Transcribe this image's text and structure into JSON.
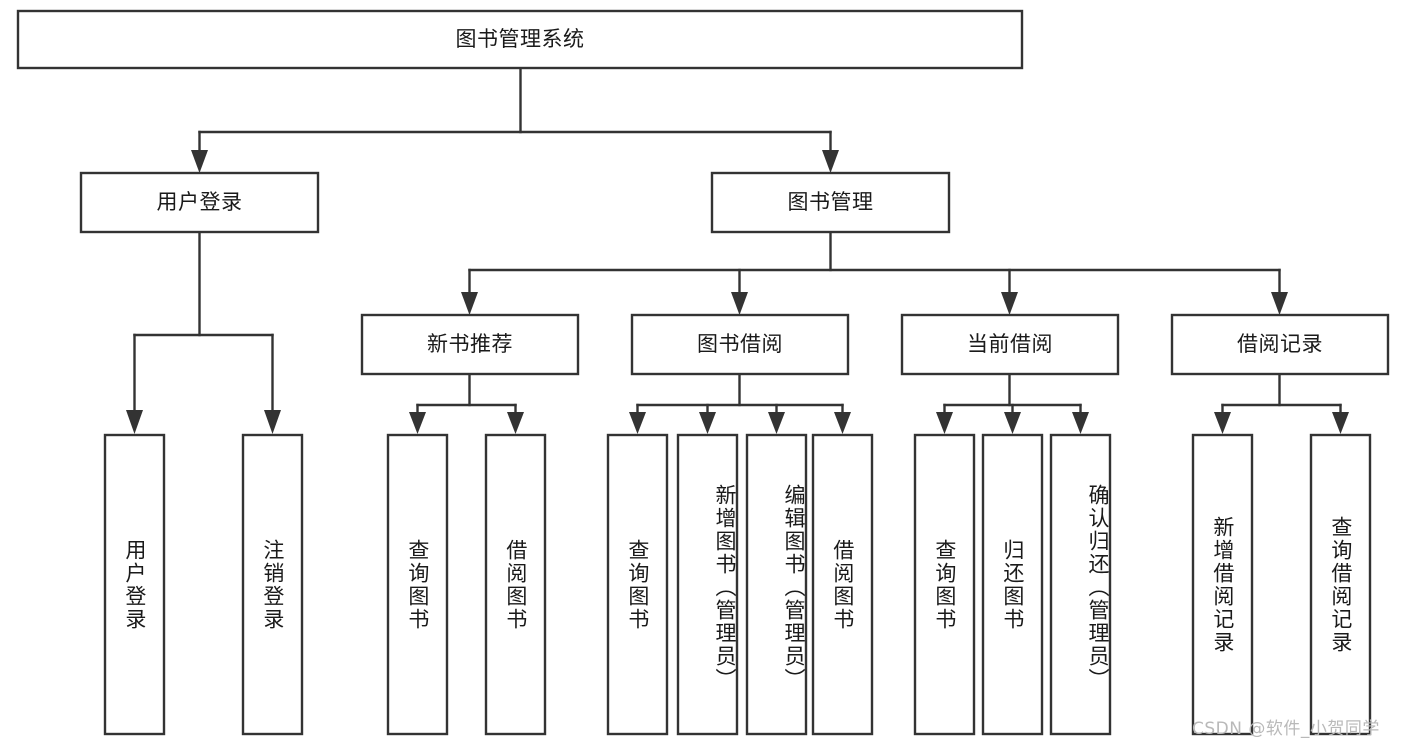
{
  "diagram": {
    "title": "图书管理系统",
    "type": "tree-hierarchy-chart",
    "colors": {
      "box_stroke": "#333333",
      "box_fill": "#ffffff",
      "text": "#1a1a1a",
      "background": "#ffffff",
      "watermark": "#b9b9b9"
    },
    "nodes": {
      "root": "图书管理系统",
      "level1": [
        "用户登录",
        "图书管理"
      ],
      "level2": [
        "新书推荐",
        "图书借阅",
        "当前借阅",
        "借阅记录"
      ],
      "leaves_user_login": [
        "用户登录",
        "注销登录"
      ],
      "leaves_new_book": [
        "查询图书",
        "借阅图书"
      ],
      "leaves_book_borrow": [
        "查询图书",
        "新增图书（管理员）",
        "编辑图书（管理员）",
        "借阅图书"
      ],
      "leaves_current_borrow": [
        "查询图书",
        "归还图书",
        "确认归还（管理员）"
      ],
      "leaves_borrow_record": [
        "新增借阅记录",
        "查询借阅记录"
      ]
    }
  },
  "watermark": {
    "text": "CSDN @软件_小贺同学"
  }
}
